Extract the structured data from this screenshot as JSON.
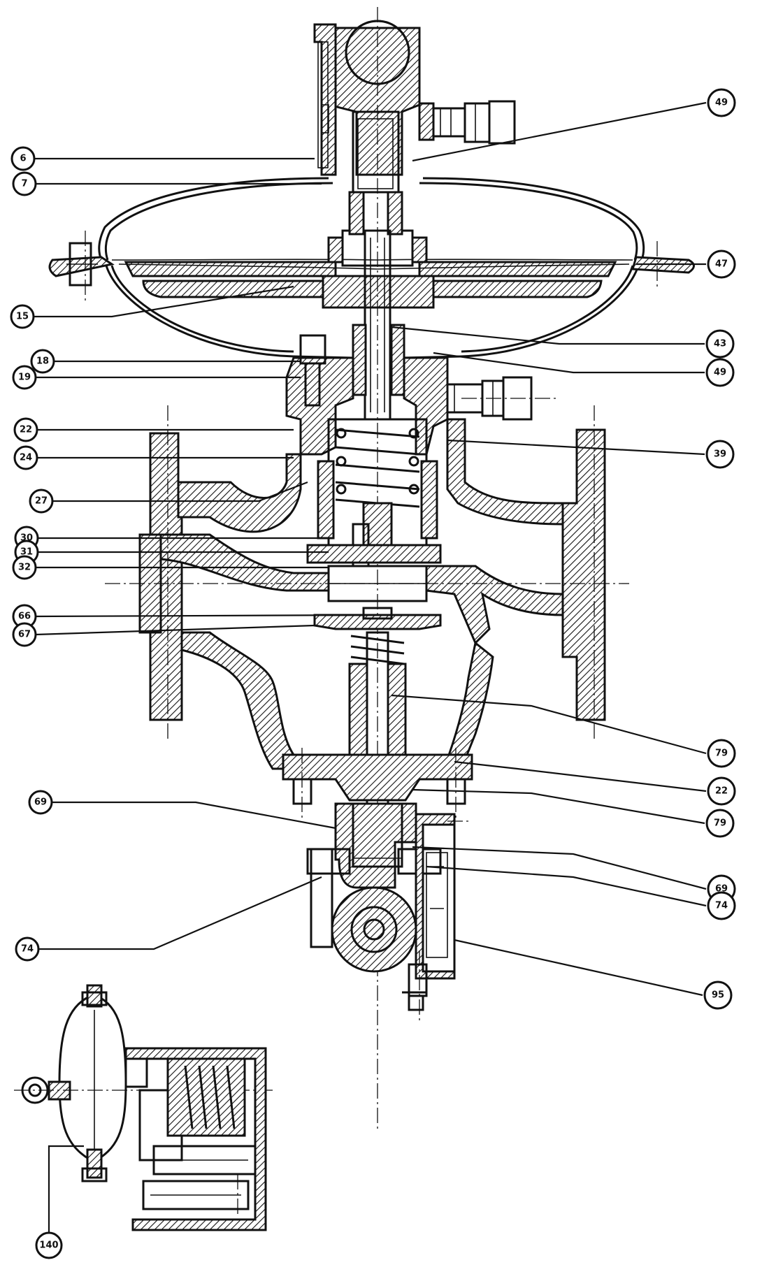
{
  "callouts": [
    {
      "id": "c49a",
      "label": "49"
    },
    {
      "id": "c6",
      "label": "6"
    },
    {
      "id": "c7",
      "label": "7"
    },
    {
      "id": "c47",
      "label": "47"
    },
    {
      "id": "c15",
      "label": "15"
    },
    {
      "id": "c43",
      "label": "43"
    },
    {
      "id": "c18",
      "label": "18"
    },
    {
      "id": "c19",
      "label": "19"
    },
    {
      "id": "c49b",
      "label": "49"
    },
    {
      "id": "c22a",
      "label": "22"
    },
    {
      "id": "c24",
      "label": "24"
    },
    {
      "id": "c39",
      "label": "39"
    },
    {
      "id": "c27",
      "label": "27"
    },
    {
      "id": "c30",
      "label": "30"
    },
    {
      "id": "c31",
      "label": "31"
    },
    {
      "id": "c32",
      "label": "32"
    },
    {
      "id": "c66",
      "label": "66"
    },
    {
      "id": "c67",
      "label": "67"
    },
    {
      "id": "c79a",
      "label": "79"
    },
    {
      "id": "c22b",
      "label": "22"
    },
    {
      "id": "c69a",
      "label": "69"
    },
    {
      "id": "c79b",
      "label": "79"
    },
    {
      "id": "c69b",
      "label": "69"
    },
    {
      "id": "c74a",
      "label": "74"
    },
    {
      "id": "c74b",
      "label": "74"
    },
    {
      "id": "c95",
      "label": "95"
    },
    {
      "id": "c140",
      "label": "140"
    }
  ]
}
